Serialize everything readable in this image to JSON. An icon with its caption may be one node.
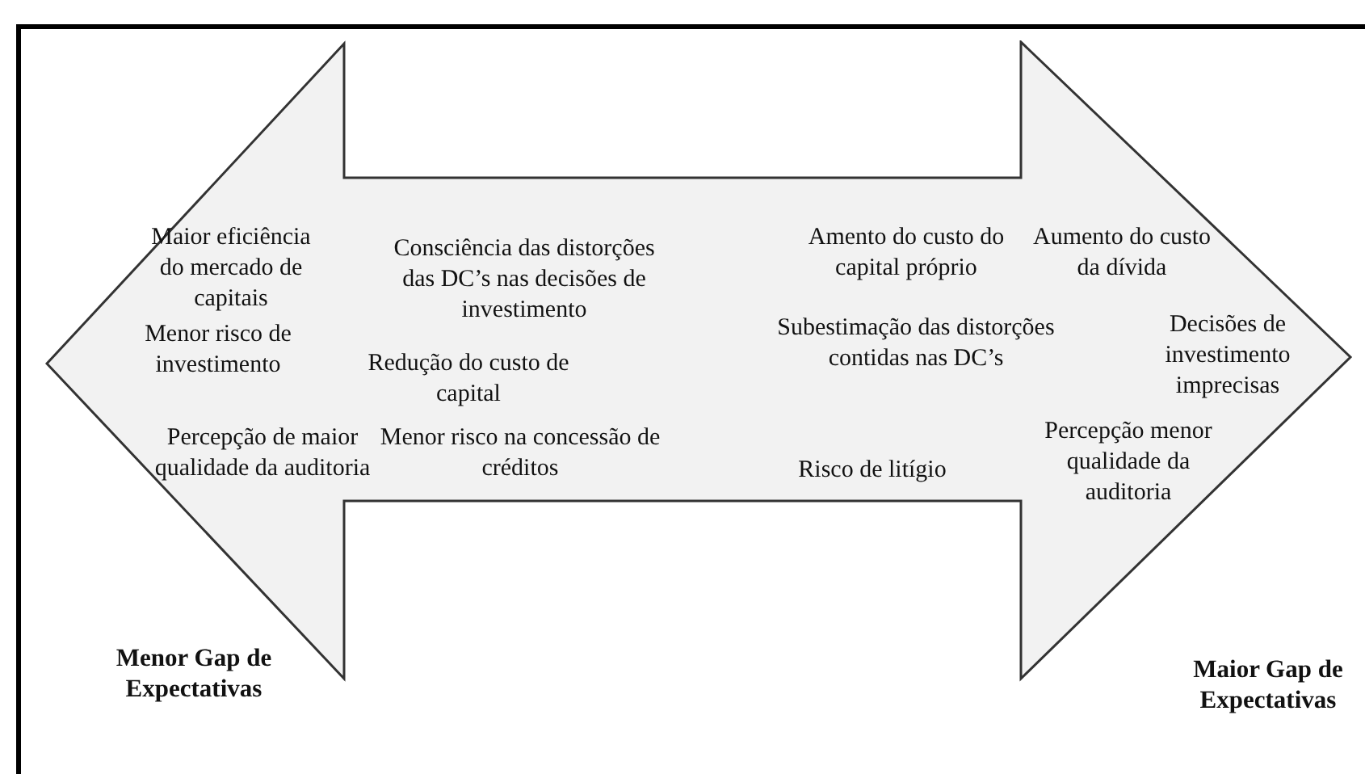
{
  "diagram": {
    "nodes": [
      {
        "text": [
          "Maior eficiência do mercado de capitais",
          "Consciência das distorções das DC’s nas decisões de investimento",
          "Menor risco de investimento",
          "Redução do custo de capital",
          "Percepção de maior qualidade da auditoria",
          "Menor risco na concessão de créditos",
          "Amento do custo do capital próprio",
          "Aumento do custo da dívida",
          "Subestimação das distorções contidas nas DC’s",
          "Decisões de investimento imprecisas",
          "Risco de litígio",
          "Percepção menor qualidade da auditoria"
        ]
      }
    ],
    "edges": [],
    "labels": [
      "Menor Gap de Expectativas",
      "Maior Gap de Expectativas"
    ]
  }
}
